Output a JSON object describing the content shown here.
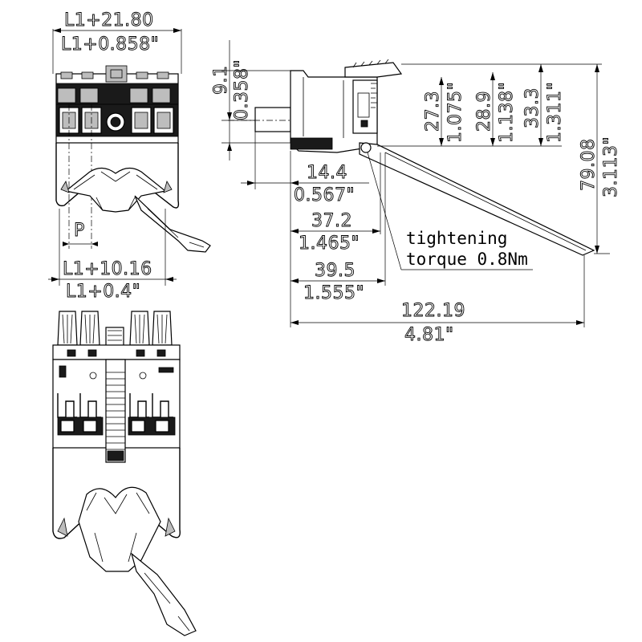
{
  "dimensions": {
    "top_width_mm": "L1+21.80",
    "top_width_in": "L1+0.858\"",
    "pitch": "P",
    "bottom_width_mm": "L1+10.16",
    "bottom_width_in": "L1+0.4\"",
    "height_9_1_mm": "9.1",
    "height_9_1_in": "0.358\"",
    "height_27_3_mm": "27.3",
    "height_27_3_in": "1.075\"",
    "height_28_9_mm": "28.9",
    "height_28_9_in": "1.138\"",
    "height_33_3_mm": "33.3",
    "height_33_3_in": "1.311\"",
    "height_79_08_mm": "79.08",
    "height_79_08_in": "3.113\"",
    "depth_14_4_mm": "14.4",
    "depth_14_4_in": "0.567\"",
    "depth_37_2_mm": "37.2",
    "depth_37_2_in": "1.465\"",
    "depth_39_5_mm": "39.5",
    "depth_39_5_in": "1.555\"",
    "length_122_19_mm": "122.19",
    "length_122_19_in": "4.81\""
  },
  "annotation": {
    "line1": "tightening",
    "line2": "torque 0.8Nm"
  }
}
